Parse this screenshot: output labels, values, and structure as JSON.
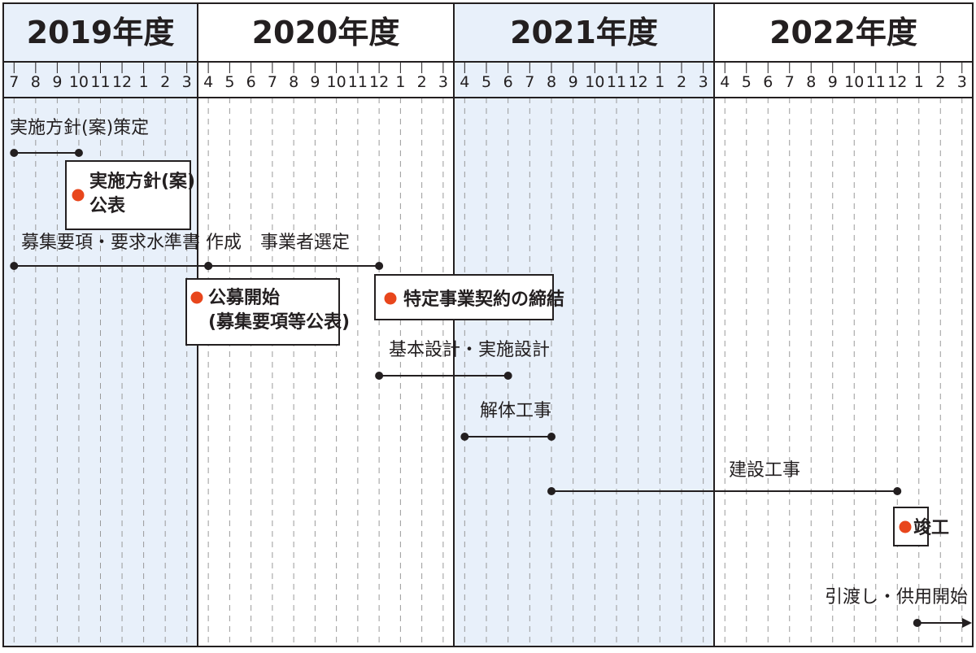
{
  "timeline": {
    "years": [
      {
        "label": "2019年度",
        "months": [
          "7",
          "8",
          "9",
          "10",
          "11",
          "12",
          "1",
          "2",
          "3"
        ],
        "shaded": true
      },
      {
        "label": "2020年度",
        "months": [
          "4",
          "5",
          "6",
          "7",
          "8",
          "9",
          "10",
          "11",
          "12",
          "1",
          "2",
          "3"
        ],
        "shaded": false
      },
      {
        "label": "2021年度",
        "months": [
          "4",
          "5",
          "6",
          "7",
          "8",
          "9",
          "10",
          "11",
          "12",
          "1",
          "2",
          "3"
        ],
        "shaded": true
      },
      {
        "label": "2022年度",
        "months": [
          "4",
          "5",
          "6",
          "7",
          "8",
          "9",
          "10",
          "11",
          "12",
          "1",
          "2",
          "3"
        ],
        "shaded": false
      }
    ]
  },
  "tasks": [
    {
      "label": "実施方針(案)策定",
      "start": "2019-07",
      "end": "2019-10"
    },
    {
      "label": "募集要項・要求水準書 作成",
      "start": "2019-07",
      "end": "2020-04"
    },
    {
      "label": "事業者選定",
      "start": "2020-04",
      "end": "2020-12"
    },
    {
      "label": "基本設計・実施設計",
      "start": "2020-12",
      "end": "2021-06"
    },
    {
      "label": "解体工事",
      "start": "2021-04",
      "end": "2021-08"
    },
    {
      "label": "建設工事",
      "start": "2021-08",
      "end": "2022-12"
    },
    {
      "label": "引渡し・供用開始",
      "start": "2023-01",
      "end": "2023-03",
      "arrow": true
    }
  ],
  "milestones": [
    {
      "lines": [
        "実施方針(案)",
        "公表"
      ],
      "date": "2019-10"
    },
    {
      "lines": [
        "公募開始",
        "(募集要項等公表)"
      ],
      "date": "2020-04"
    },
    {
      "lines": [
        "特定事業契約の締結"
      ],
      "date": "2020-12"
    },
    {
      "lines": [
        "竣工"
      ],
      "date": "2022-12"
    }
  ],
  "colors": {
    "line": "#231f20",
    "shade": "#e8f0fa",
    "marker": "#e8461c",
    "grid": "#9a9a9a"
  }
}
